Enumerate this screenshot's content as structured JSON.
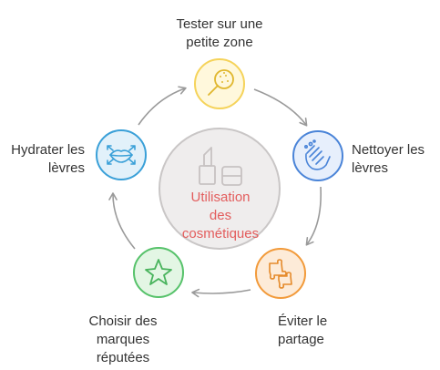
{
  "diagram": {
    "center": {
      "lines": [
        "Utilisation",
        "des",
        "cosmétiques"
      ],
      "icon": "lipstick-cosmetics-icon",
      "color": "#e35d5d"
    },
    "steps": [
      {
        "lines": [
          "Tester sur une",
          "petite zone"
        ],
        "icon": "magnifier-patch-icon",
        "color": "#f5d35a"
      },
      {
        "lines": [
          "Nettoyer les",
          "lèvres"
        ],
        "icon": "washing-hands-icon",
        "color": "#4a84d8"
      },
      {
        "lines": [
          "Éviter le",
          "partage"
        ],
        "icon": "puzzle-pieces-icon",
        "color": "#f29a3a"
      },
      {
        "lines": [
          "Choisir des",
          "marques",
          "réputées"
        ],
        "icon": "star-icon",
        "color": "#56c26a"
      },
      {
        "lines": [
          "Hydrater les",
          "lèvres"
        ],
        "icon": "lips-expand-icon",
        "color": "#3aa0d8"
      }
    ]
  }
}
